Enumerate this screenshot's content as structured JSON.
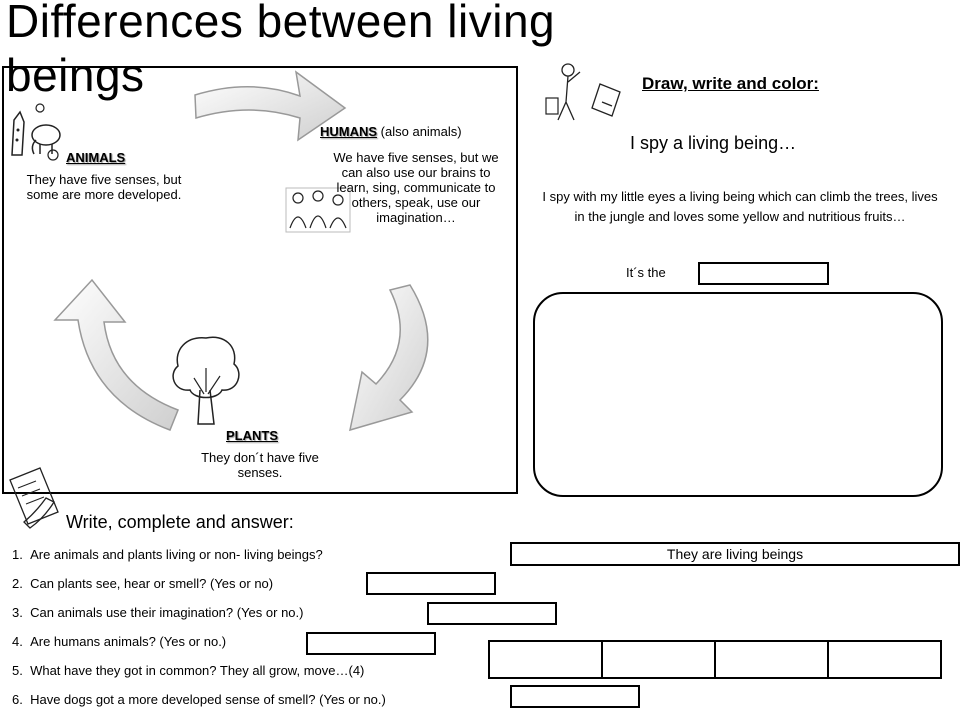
{
  "page": {
    "title": "Differences between living beings"
  },
  "cycle": {
    "animals": {
      "title": "ANIMALS",
      "text": "They have five senses, but some are more developed."
    },
    "humans": {
      "title": "HUMANS",
      "title_suffix": " (also animals)",
      "text": "We have  five senses, but we can also use our brains to learn, sing, communicate to others, speak, use our imagination…"
    },
    "plants": {
      "title": "PLANTS",
      "text": "They don´t have five senses."
    }
  },
  "draw_section": {
    "heading": "Draw, write and color:",
    "subheading": "I spy a living being…",
    "riddle": "I spy with my little eyes a living being which can climb the trees, lives in the jungle and loves some yellow and nutritious fruits…",
    "answer_prefix": "It´s the",
    "answer_value": ""
  },
  "write_section": {
    "heading": "Write, complete and answer:",
    "questions": [
      {
        "number": "1.",
        "text": "Are animals and plants living or non- living beings?",
        "answer": "They are living beings"
      },
      {
        "number": "2.",
        "text": "Can plants see, hear or smell? (Yes or no)",
        "answer": ""
      },
      {
        "number": "3.",
        "text": "Can animals use their imagination? (Yes or no.)",
        "answer": ""
      },
      {
        "number": "4.",
        "text": "Are humans animals? (Yes or no.)",
        "answer": ""
      },
      {
        "number": "5.",
        "text": "What have they got in common? They all grow, move…",
        "suffix": "(4)",
        "answer": ""
      },
      {
        "number": "6.",
        "text": "Have dogs got a more developed sense of smell? (Yes or no.)",
        "answer": ""
      }
    ]
  },
  "icons": {
    "cycle": "cycle-arrows-icon",
    "animals": "animals-icon",
    "humans": "people-icon",
    "plants": "tree-icon",
    "draw": "drawing-person-icon",
    "write": "writing-hand-icon"
  }
}
